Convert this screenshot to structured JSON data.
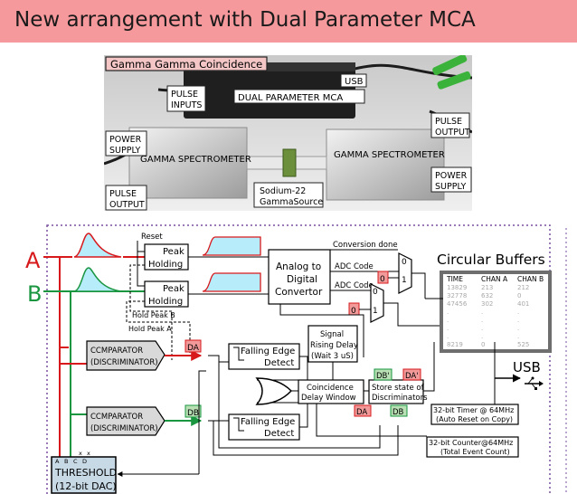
{
  "title": "New arrangement with Dual Parameter MCA",
  "photo": {
    "caption": "Gamma Gamma Coincidence",
    "usb": "USB",
    "pulse_inputs": [
      "PULSE",
      "INPUTS"
    ],
    "mca_label": "DUAL PARAMETER MCA",
    "pulse_output_right": [
      "PULSE",
      "OUTPUT"
    ],
    "power_supply_left": [
      "POWER",
      "SUPPLY"
    ],
    "spectrometer_left": "GAMMA SPECTROMETER",
    "spectrometer_right": "GAMMA SPECTROMETER",
    "power_supply_right": [
      "POWER",
      "SUPPLY"
    ],
    "pulse_output_left": [
      "PULSE",
      "OUTPUT"
    ],
    "source": [
      "Sodium-22",
      "GammaSource"
    ]
  },
  "diagram": {
    "input_a": "A",
    "input_b": "B",
    "reset": "Reset",
    "peak_holding_1": [
      "Peak",
      "Holding"
    ],
    "peak_holding_2": [
      "Peak",
      "Holding"
    ],
    "hold_peak_b": "Hold Peak B",
    "hold_peak_a": "Hold Peak A",
    "adc": [
      "Analog to",
      "Digital",
      "Convertor"
    ],
    "conversion_done": "Conversion done",
    "adc_code_1": "ADC Code",
    "adc_code_2": "ADC Code",
    "mux_0": "0",
    "mux_1": "1",
    "zero_1": "0",
    "zero_2": "0",
    "mux2_0": "0",
    "mux2_1": "1",
    "circular_buffers": "Circular Buffers",
    "table": {
      "headers": [
        "TIME",
        "CHAN A",
        "CHAN B"
      ],
      "rows": [
        [
          "13829",
          "213",
          "212"
        ],
        [
          "32778",
          "632",
          "0"
        ],
        [
          "47456",
          "302",
          "401"
        ],
        [
          ".",
          ".",
          "."
        ],
        [
          ".",
          ".",
          "."
        ],
        [
          ".",
          ".",
          "."
        ],
        [
          ".",
          ".",
          "."
        ],
        [
          "8219",
          "0",
          "525"
        ]
      ]
    },
    "comparator_a": [
      "CCMPARATOR",
      "(DISCRIMINATOR)"
    ],
    "comparator_b": [
      "CCMPARATOR",
      "(DISCRIMINATOR)"
    ],
    "da": "DA",
    "db": "DB",
    "falling_edge_1": [
      "Falling Edge",
      "Detect"
    ],
    "falling_edge_2": [
      "Falling Edge",
      "Detect"
    ],
    "signal_delay": [
      "Signal",
      "Rising Delay",
      "(Wait 3 uS)"
    ],
    "coincidence": [
      "Coincidence",
      "Delay Window"
    ],
    "store_state": [
      "Store state of",
      "Discriminators"
    ],
    "db_prime": "DB'",
    "da_prime": "DA'",
    "da_2": "DA",
    "db_2": "DB",
    "usb": "USB",
    "timer": [
      "32-bit Timer @ 64MHz",
      "(Auto Reset on Copy)"
    ],
    "counter": [
      "32-bit Counter@64MHz",
      "(Total Event Count)"
    ],
    "threshold": [
      "THRESHOLD",
      "(12-bit DAC)"
    ],
    "threshold_pins": [
      "A",
      "B",
      "C",
      "D"
    ],
    "threshold_x": [
      "x",
      "x"
    ]
  },
  "colors": {
    "title_bg": "#f6999c",
    "channel_a": "#d7191c",
    "channel_b": "#1a9641",
    "caption_bg": "#f4c6c6",
    "tag_red_bg": "#f29a9a",
    "tag_green_bg": "#b8e0b4",
    "pulse_fill": "#b7ecfb",
    "comparator_fill": "#d9d9d9",
    "threshold_fill": "#c8d9e6",
    "border_purple": "#7a4fa0"
  }
}
